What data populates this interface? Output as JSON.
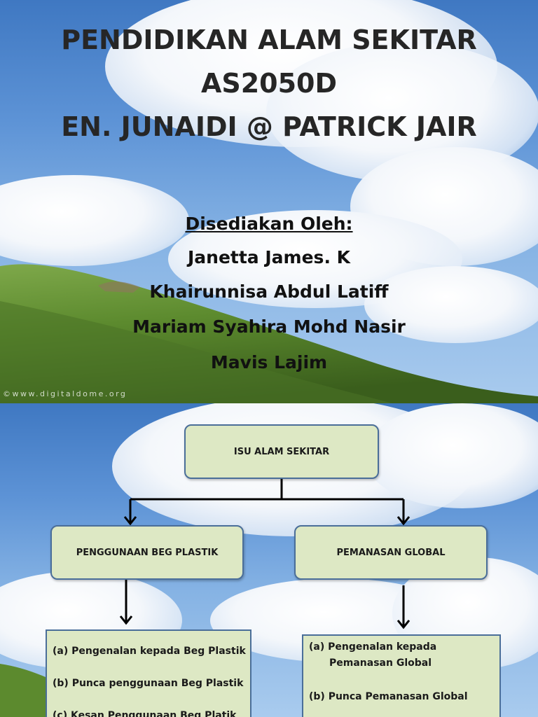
{
  "slide1": {
    "title_lines": [
      "PENDIDIKAN ALAM SEKITAR",
      "AS2050D",
      "EN. JUNAIDI @ PATRICK JAIR"
    ],
    "prepared_by_label": "Disediakan Oleh:",
    "authors": [
      "Janetta James. K",
      "Khairunnisa Abdul Latiff",
      "Mariam Syahira Mohd Nasir",
      "Mavis Lajim"
    ],
    "watermark": "©www.digitaldome.org"
  },
  "slide2": {
    "root": "ISU ALAM SEKITAR",
    "left_branch": {
      "label": "PENGGUNAAN BEG PLASTIK",
      "items": [
        "(a)  Pengenalan kepada Beg Plastik",
        "(b)  Punca penggunaan Beg Plastik",
        "(c)  Kesan Penggunaan Beg Platik"
      ]
    },
    "right_branch": {
      "label": "PEMANASAN GLOBAL",
      "items": [
        "(a)  Pengenalan kepada",
        "Pemanasan Global",
        "(b)  Punca Pemanasan Global"
      ]
    }
  },
  "colors": {
    "box_fill": "#dde8c4",
    "box_border": "#4a6e99",
    "title_text": "#262626",
    "hill_green": "#5c8a2e"
  }
}
